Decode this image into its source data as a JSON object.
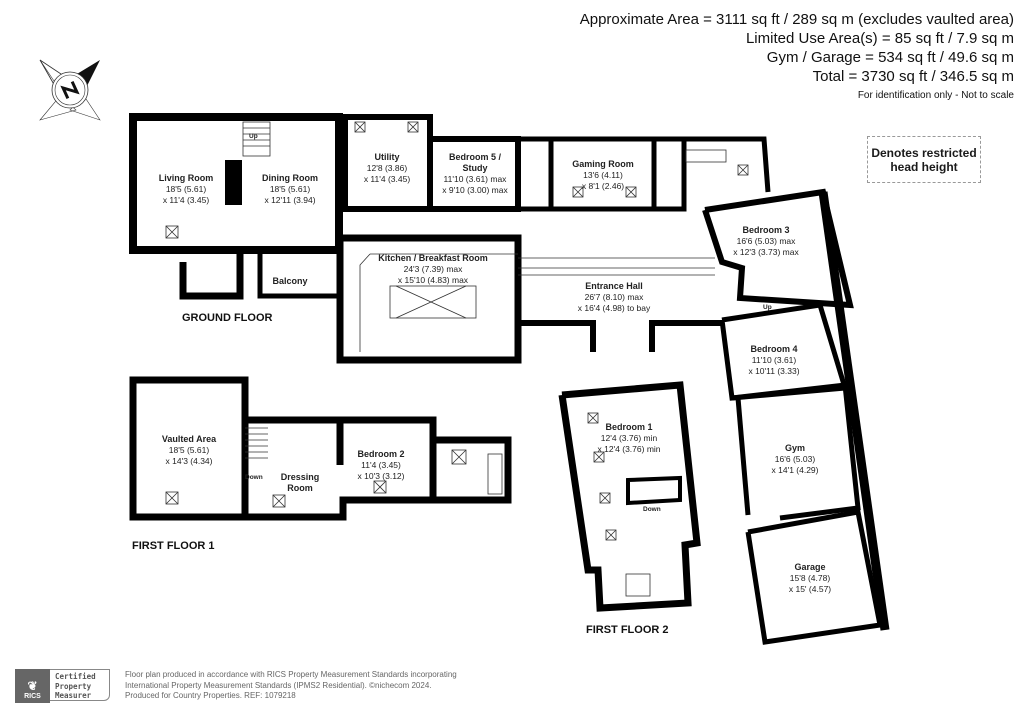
{
  "areas": {
    "approximate": "Approximate Area = 3111 sq ft / 289 sq m (excludes vaulted area)",
    "limited_use": "Limited Use Area(s) = 85 sq ft / 7.9 sq m",
    "gym_garage": "Gym / Garage = 534 sq ft / 49.6 sq m",
    "total": "Total = 3730 sq ft / 346.5 sq m",
    "note": "For identification only - Not to scale"
  },
  "legend": {
    "label": "Denotes restricted head height"
  },
  "compass": {
    "icon": "compass-north-icon",
    "label": "N"
  },
  "floors": {
    "ground": "GROUND FLOOR",
    "first1": "FIRST FLOOR 1",
    "first2": "FIRST FLOOR 2"
  },
  "rooms": {
    "living": {
      "name": "Living Room",
      "dim1": "18'5 (5.61)",
      "dim2": "x 11'4 (3.45)"
    },
    "dining": {
      "name": "Dining Room",
      "dim1": "18'5 (5.61)",
      "dim2": "x 12'11 (3.94)"
    },
    "utility": {
      "name": "Utility",
      "dim1": "12'8 (3.86)",
      "dim2": "x 11'4 (3.45)"
    },
    "bedroom5": {
      "name": "Bedroom 5 /",
      "name2": "Study",
      "dim1": "11'10 (3.61) max",
      "dim2": "x 9'10 (3.00) max"
    },
    "gaming": {
      "name": "Gaming Room",
      "dim1": "13'6 (4.11)",
      "dim2": "x 8'1 (2.46)"
    },
    "bedroom3": {
      "name": "Bedroom 3",
      "dim1": "16'6 (5.03) max",
      "dim2": "x 12'3 (3.73) max"
    },
    "kitchen": {
      "name": "Kitchen / Breakfast Room",
      "dim1": "24'3 (7.39) max",
      "dim2": "x 15'10 (4.83) max"
    },
    "entrance": {
      "name": "Entrance Hall",
      "dim1": "26'7 (8.10) max",
      "dim2": "x 16'4 (4.98) to bay"
    },
    "balcony": {
      "name": "Balcony"
    },
    "bedroom4": {
      "name": "Bedroom 4",
      "dim1": "11'10 (3.61)",
      "dim2": "x 10'11 (3.33)"
    },
    "gym": {
      "name": "Gym",
      "dim1": "16'6 (5.03)",
      "dim2": "x 14'1 (4.29)"
    },
    "garage": {
      "name": "Garage",
      "dim1": "15'8 (4.78)",
      "dim2": "x 15' (4.57)"
    },
    "vaulted": {
      "name": "Vaulted Area",
      "dim1": "18'5 (5.61)",
      "dim2": "x 14'3 (4.34)"
    },
    "dressing": {
      "name": "Dressing",
      "name2": "Room"
    },
    "bedroom2": {
      "name": "Bedroom 2",
      "dim1": "11'4 (3.45)",
      "dim2": "x 10'3 (3.12)"
    },
    "bedroom1": {
      "name": "Bedroom 1",
      "dim1": "12'4 (3.76) min",
      "dim2": "x 12'4 (3.76) min"
    }
  },
  "stair_labels": {
    "up_ground": "Up",
    "up_bed3": "Up",
    "down_f1": "Down",
    "down_f2": "Down"
  },
  "footer": {
    "rics_logo": "RICS",
    "cert_line1": "Certified",
    "cert_line2": "Property",
    "cert_line3": "Measurer",
    "line1": "Floor plan produced in accordance with RICS Property Measurement Standards incorporating",
    "line2": "International Property Measurement Standards (IPMS2 Residential).   ©nichecom 2024.",
    "line3": "Produced for Country Properties.   REF: 1079218"
  }
}
